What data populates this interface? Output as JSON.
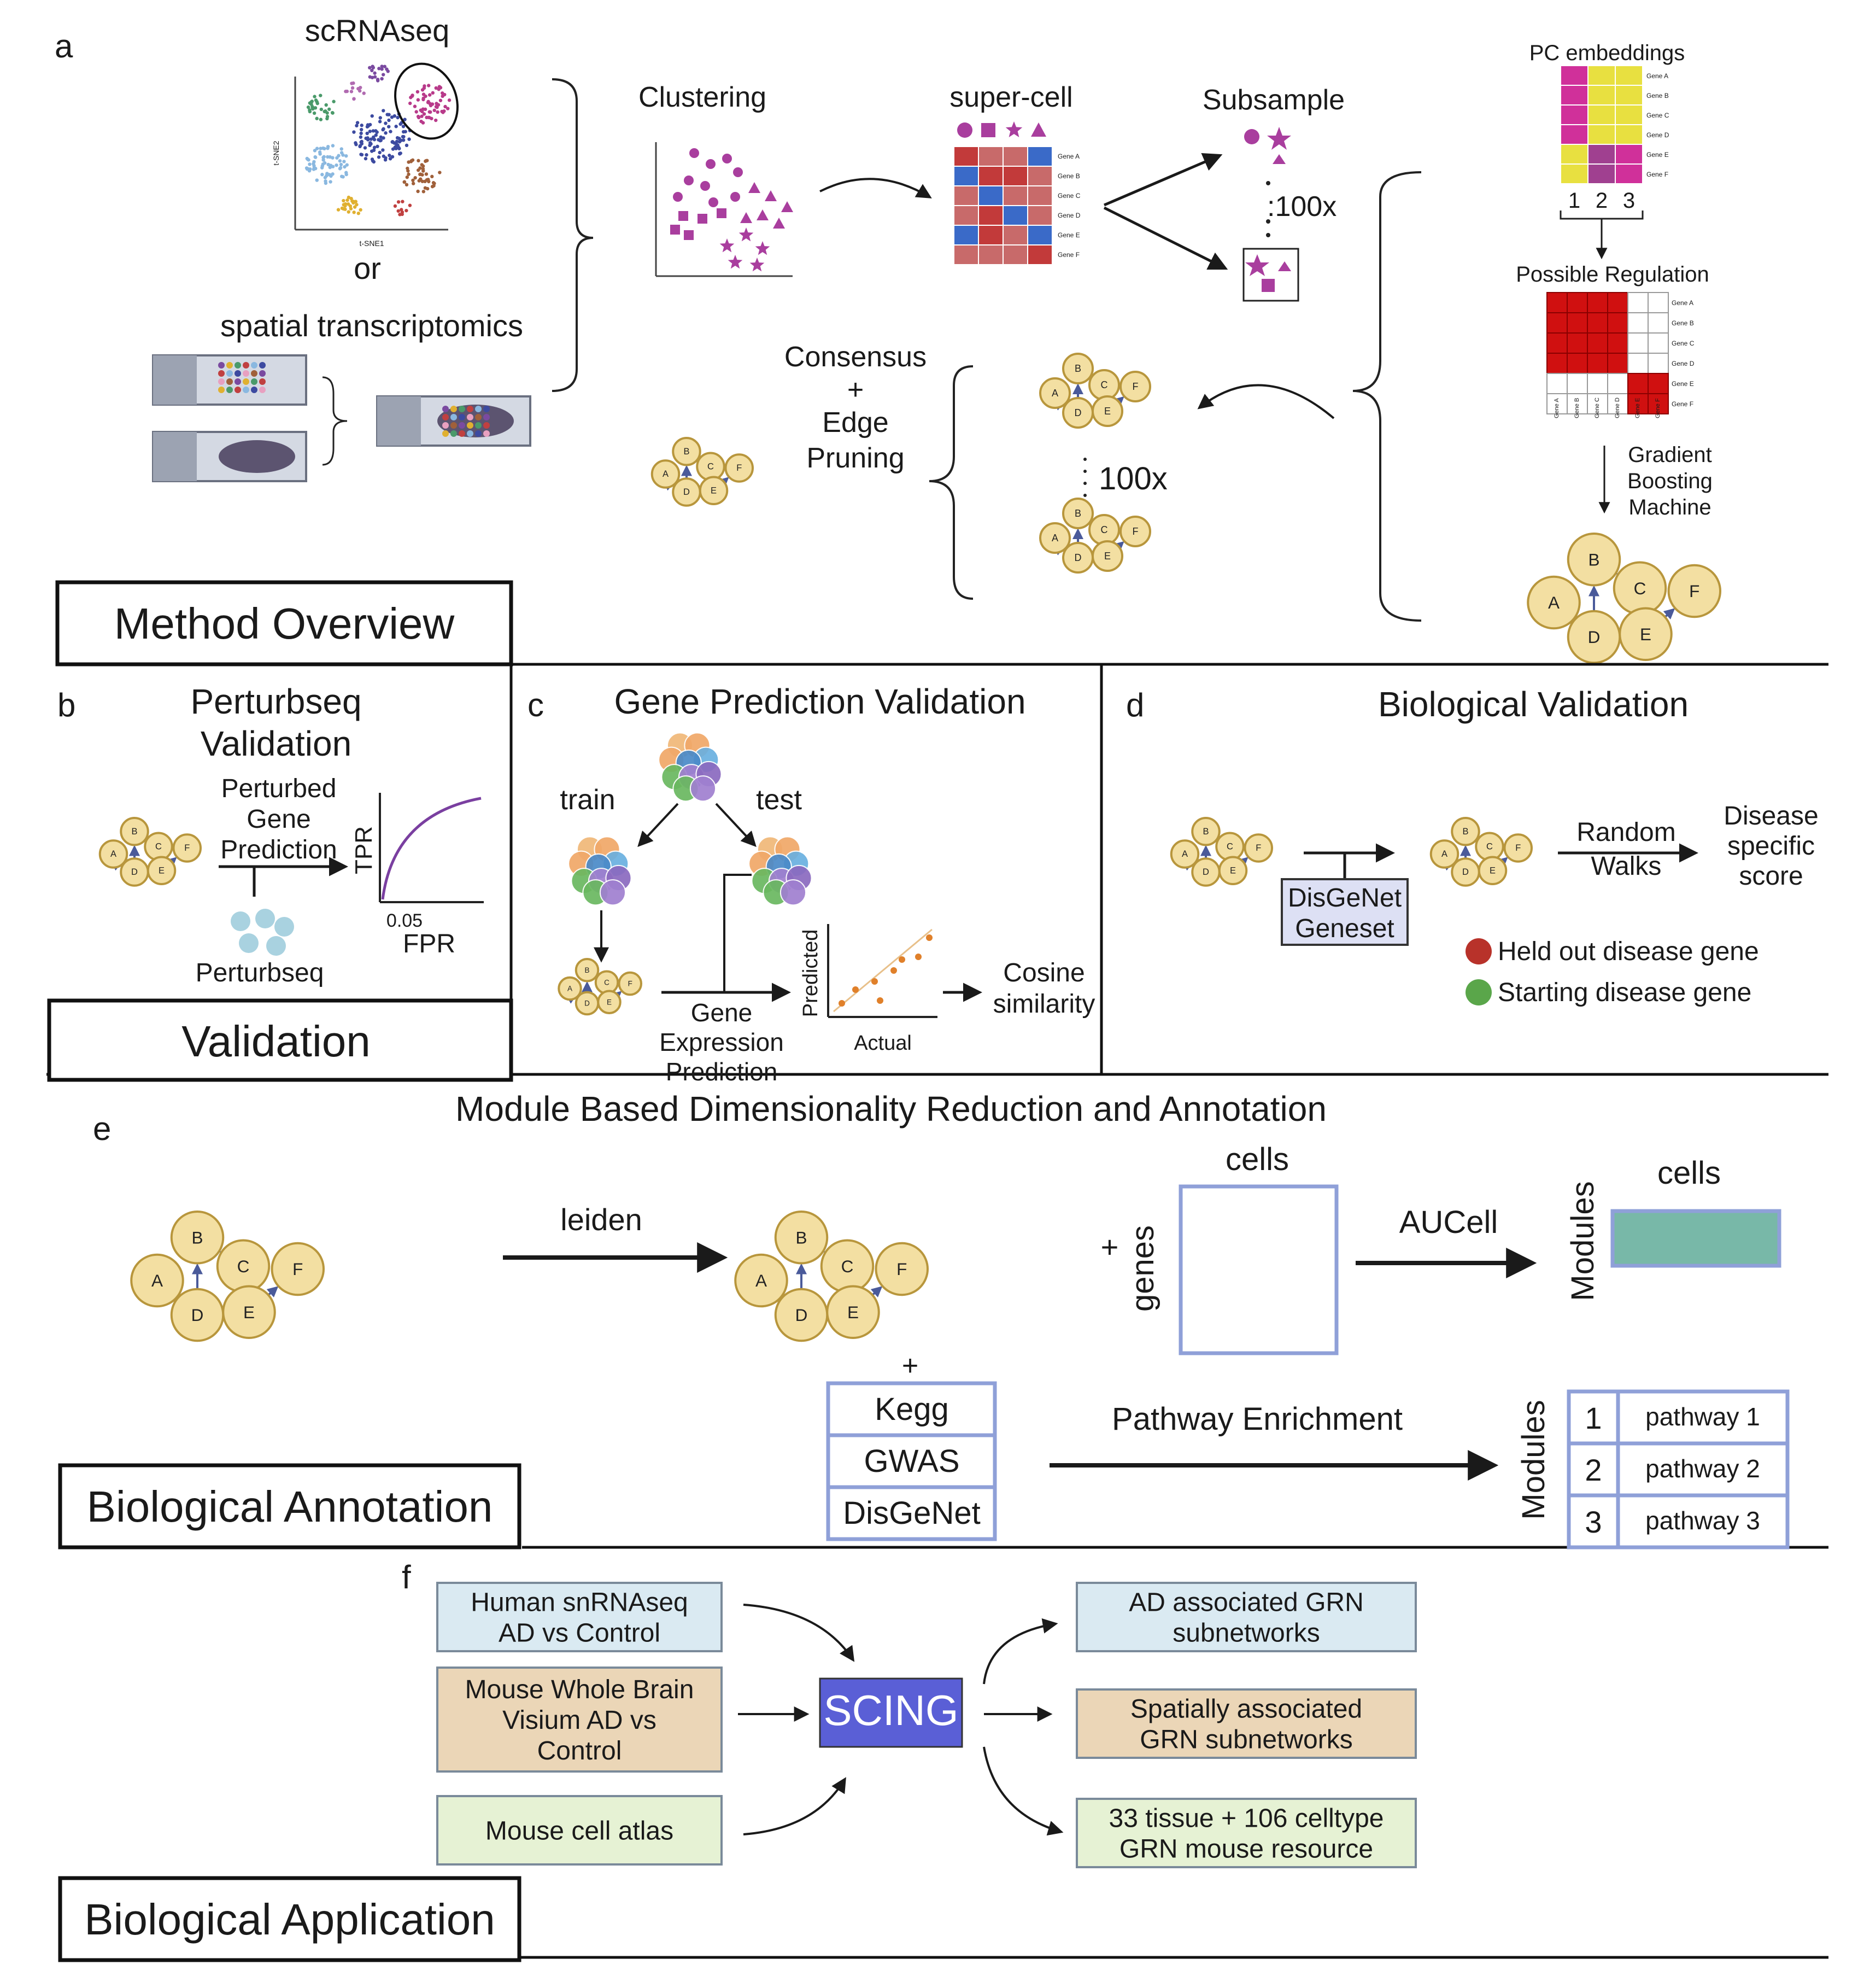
{
  "panel_letters": {
    "a": "a",
    "b": "b",
    "c": "c",
    "d": "d",
    "e": "e",
    "f": "f"
  },
  "a": {
    "scrnaseq": "scRNAseq",
    "or": "or",
    "spatial": "spatial transcriptomics",
    "clustering": "Clustering",
    "super_cell": "super-cell",
    "subsample": "Subsample",
    "times_100a": ":100x",
    "times_100b": "100x",
    "pc_embeddings": "PC embeddings",
    "pc_cols": [
      "1",
      "2",
      "3"
    ],
    "possible_regulation": "Possible Regulation",
    "gbm": [
      "Gradient",
      "Boosting",
      "Machine"
    ],
    "consensus": [
      "Consensus",
      "+",
      "Edge",
      "Pruning"
    ],
    "genes": [
      "Gene A",
      "Gene B",
      "Gene C",
      "Gene D",
      "Gene E",
      "Gene F"
    ],
    "tsne_x": "t-SNE1",
    "tsne_y": "t-SNE2",
    "box_title": "Method Overview"
  },
  "b": {
    "title": [
      "Perturbseq",
      "Validation"
    ],
    "arrow_label": [
      "Perturbed",
      "Gene",
      "Prediction"
    ],
    "tpr": "TPR",
    "fpr": "FPR",
    "fpr_tick": "0.05",
    "perturbseq": "Perturbseq",
    "box_title": "Validation"
  },
  "c": {
    "title": "Gene Prediction Validation",
    "train": "train",
    "test": "test",
    "gep": [
      "Gene",
      "Expression",
      "Prediction"
    ],
    "predicted": "Predicted",
    "actual": "Actual",
    "cosine": [
      "Cosine",
      "similarity"
    ]
  },
  "d": {
    "title": "Biological Validation",
    "geneset": [
      "DisGeNet",
      "Geneset"
    ],
    "random_walks": [
      "Random",
      "Walks"
    ],
    "score": [
      "Disease",
      "specific",
      "score"
    ],
    "legend_held": "Held out disease gene",
    "legend_start": "Starting disease gene",
    "colors": {
      "held": "#b8322a",
      "start": "#5aa64a"
    }
  },
  "e": {
    "title": "Module Based Dimensionality Reduction and Annotation",
    "leiden": "leiden",
    "plus": "+",
    "cells": "cells",
    "genes": "genes",
    "aucell": "AUCell",
    "modules": "Modules",
    "kegg": "Kegg",
    "gwas": "GWAS",
    "disgenet": "DisGeNet",
    "pathway_enrichment": "Pathway Enrichment",
    "module_rows": [
      {
        "num": "1",
        "name": "pathway 1"
      },
      {
        "num": "2",
        "name": "pathway 2"
      },
      {
        "num": "3",
        "name": "pathway 3"
      }
    ],
    "box_title": "Biological Annotation"
  },
  "f": {
    "inputs": [
      {
        "lines": [
          "Human snRNAseq",
          "AD vs Control"
        ],
        "color": "#daeaf2"
      },
      {
        "lines": [
          "Mouse Whole Brain",
          "Visium AD vs",
          "Control"
        ],
        "color": "#ebd6b7"
      },
      {
        "lines": [
          "Mouse cell atlas"
        ],
        "color": "#e6f2d4"
      }
    ],
    "scing": "SCING",
    "scing_color": "#5a5fd6",
    "outputs": [
      {
        "lines": [
          "AD associated GRN",
          "subnetworks"
        ],
        "color": "#daeaf2"
      },
      {
        "lines": [
          "Spatially associated",
          "GRN subnetworks"
        ],
        "color": "#ebd6b7"
      },
      {
        "lines": [
          "33 tissue + 106 celltype",
          "GRN mouse resource"
        ],
        "color": "#e6f2d4"
      }
    ],
    "box_title": "Biological Application"
  },
  "node_labels": [
    "A",
    "B",
    "C",
    "D",
    "E",
    "F"
  ]
}
